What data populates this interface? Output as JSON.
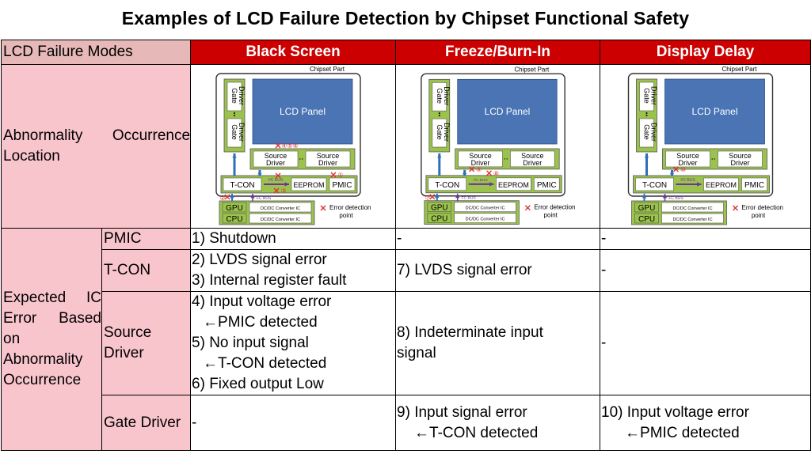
{
  "title": "Examples of LCD Failure Detection by Chipset Functional Safety",
  "header": {
    "corner": "LCD Failure Modes",
    "modes": [
      "Black Screen",
      "Freeze/Burn-In",
      "Display Delay"
    ]
  },
  "row_location": {
    "label": "Abnormality Occurrence Location"
  },
  "diagram": {
    "chipset_part": "Chipset Part",
    "lcd_panel": "LCD Panel",
    "gate_driver": "Gate Driver",
    "source_driver": "Source Driver",
    "tcon": "T-CON",
    "eeprom": "EEPROM",
    "pmic": "PMIC",
    "gpu": "GPU",
    "cpu": "CPU",
    "dcdc": "DC/DC Converter IC",
    "i2c": "I²C BUS",
    "fc_bus": "FC BUS",
    "error_legend_1": "Error detection",
    "error_legend_2": "point",
    "marks_black": [
      "①",
      "②",
      "③",
      "④",
      "⑤",
      "⑥"
    ],
    "marks_freeze": [
      "⑦",
      "⑧",
      "⑨"
    ],
    "marks_delay": [
      "⑩"
    ],
    "colors": {
      "panel": "#4a74b4",
      "green": "#9bc24c",
      "error": "#e03030",
      "arrow": "#2e6fbd",
      "bus": "#7030a0"
    }
  },
  "expected": {
    "group_label": "Expected IC Error Based on Abnormality Occurrence",
    "rows": [
      {
        "ic": "PMIC",
        "black": [
          "1) Shutdown"
        ],
        "freeze": [
          "-"
        ],
        "delay": [
          "-"
        ]
      },
      {
        "ic": "T-CON",
        "black": [
          "2) LVDS signal error",
          "3) Internal register fault"
        ],
        "freeze": [
          "7) LVDS signal error"
        ],
        "delay": [
          "-"
        ]
      },
      {
        "ic": "Source Driver",
        "black": [
          "4) Input voltage error",
          "←PMIC detected",
          "5) No input signal",
          "←T-CON detected",
          "6) Fixed output Low"
        ],
        "freeze": [
          "8) Indeterminate input signal"
        ],
        "delay": [
          "-"
        ]
      },
      {
        "ic": "Gate Driver",
        "black": [
          "-"
        ],
        "freeze": [
          "9) Input signal error",
          "←T-CON detected"
        ],
        "delay": [
          "10) Input voltage error",
          "←PMIC detected"
        ]
      }
    ]
  }
}
